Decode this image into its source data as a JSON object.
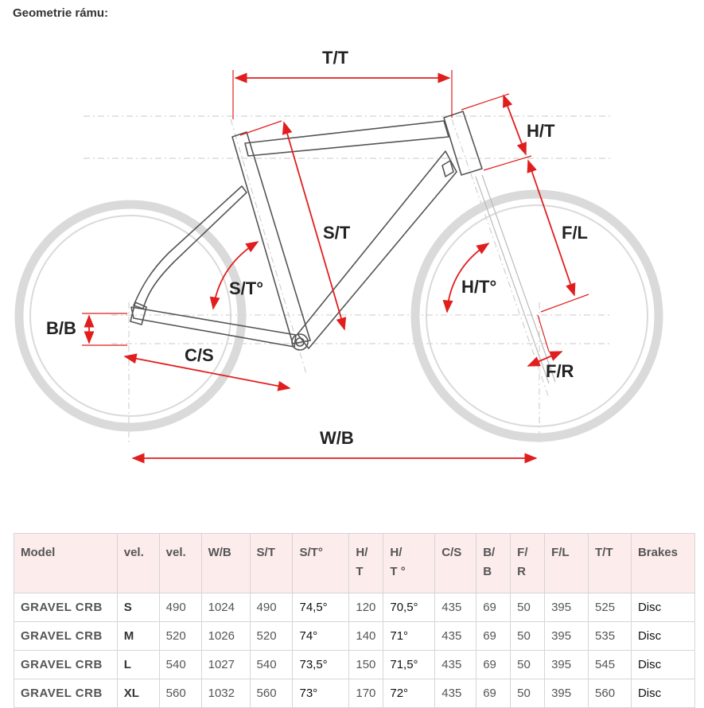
{
  "title": "Geometrie rámu:",
  "diagram": {
    "labels": {
      "tt": "T/T",
      "ht": "H/T",
      "st": "S/T",
      "fl": "F/L",
      "sta": "S/T°",
      "hta": "H/T°",
      "bb": "B/B",
      "cs": "C/S",
      "fr": "F/R",
      "wb": "W/B"
    },
    "colors": {
      "dimension": "#e11e1e",
      "frame": "#555555",
      "wheel": "#d9d9d9",
      "guide": "#c8c8c8"
    }
  },
  "table": {
    "headers": [
      [
        "Model"
      ],
      [
        "vel."
      ],
      [
        "vel."
      ],
      [
        "W/B"
      ],
      [
        "S/T"
      ],
      [
        "S/T°"
      ],
      [
        "H/",
        "T"
      ],
      [
        "H/",
        "T  °"
      ],
      [
        "C/S"
      ],
      [
        "B/",
        "B"
      ],
      [
        "F/",
        "R"
      ],
      [
        "F/L"
      ],
      [
        "T/T"
      ],
      [
        "Brakes"
      ]
    ],
    "rows": [
      [
        "GRAVEL  CRB",
        "S",
        "490",
        "1024",
        "490",
        "74,5°",
        "120",
        "70,5°",
        "435",
        "69",
        "50",
        "395",
        "525",
        "Disc"
      ],
      [
        "GRAVEL  CRB",
        "M",
        "520",
        "1026",
        "520",
        "74°",
        "140",
        "71°",
        "435",
        "69",
        "50",
        "395",
        "535",
        "Disc"
      ],
      [
        "GRAVEL  CRB",
        "L",
        "540",
        "1027",
        "540",
        "73,5°",
        "150",
        "71,5°",
        "435",
        "69",
        "50",
        "395",
        "545",
        "Disc"
      ],
      [
        "GRAVEL  CRB",
        "XL",
        "560",
        "1032",
        "560",
        "73°",
        "170",
        "72°",
        "435",
        "69",
        "50",
        "395",
        "560",
        "Disc"
      ]
    ]
  }
}
